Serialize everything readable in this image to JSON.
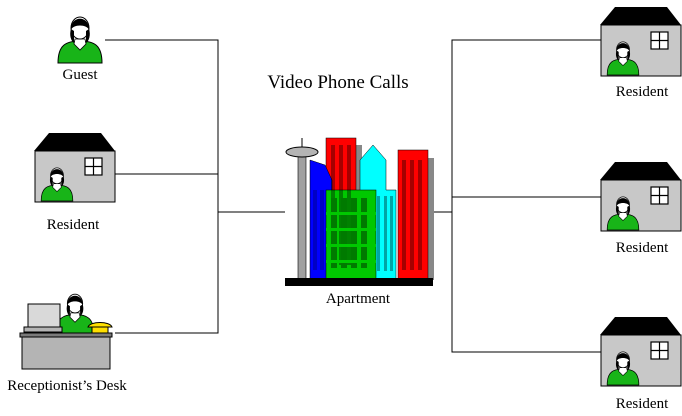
{
  "diagram": {
    "title": "Video Phone Calls",
    "hub_label": "Apartment",
    "left_nodes": [
      {
        "label": "Guest",
        "icon": "guest-person-icon"
      },
      {
        "label": "Resident",
        "icon": "resident-house-icon"
      },
      {
        "label": "Receptionist’s Desk",
        "icon": "receptionist-desk-icon"
      }
    ],
    "right_nodes": [
      {
        "label": "Resident",
        "icon": "resident-house-icon"
      },
      {
        "label": "Resident",
        "icon": "resident-house-icon"
      },
      {
        "label": "Resident",
        "icon": "resident-house-icon"
      }
    ],
    "colors": {
      "line": "#000000",
      "person_shirt": "#18b418",
      "house_wall": "#c8c8c8",
      "house_roof": "#000000",
      "building_red": "#ff0000",
      "building_blue": "#0000ff",
      "building_green": "#00c800",
      "building_cyan": "#00ffff",
      "desk_gray": "#b4b4b4",
      "phone_yellow": "#ffe000"
    }
  }
}
